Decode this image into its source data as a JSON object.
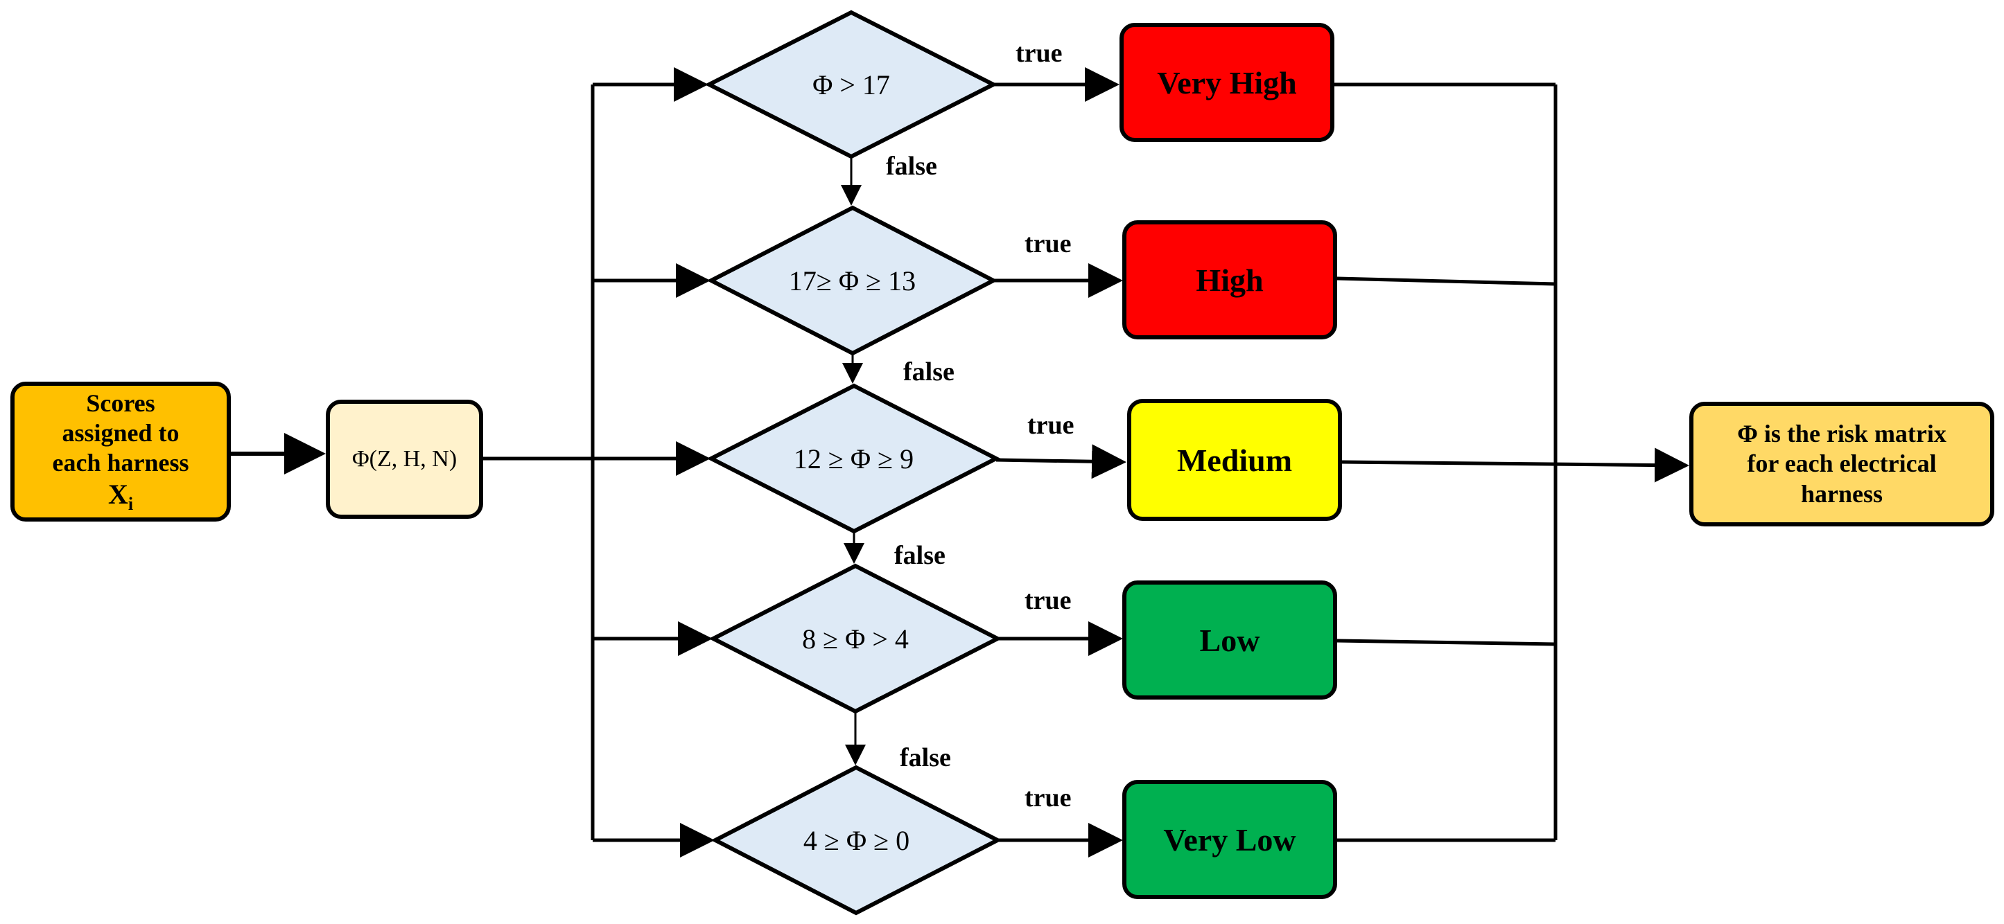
{
  "input_box": {
    "text": "Scores\nassigned to\neach harness",
    "symbol": "X",
    "subscript": "i",
    "color": "#FFC000"
  },
  "function_box": {
    "text": "Φ(Z, H, N)",
    "color": "#FFF2CC"
  },
  "output_box": {
    "text": "Φ is the risk matrix\nfor each electrical\nharness",
    "color": "#FFD966"
  },
  "decisions": [
    {
      "condition": "Φ > 17"
    },
    {
      "condition": "17≥ Φ ≥ 13"
    },
    {
      "condition": "12 ≥ Φ ≥ 9"
    },
    {
      "condition": "8 ≥ Φ > 4"
    },
    {
      "condition": "4 ≥ Φ ≥ 0"
    }
  ],
  "outcomes": [
    {
      "label": "Very High",
      "color": "#FF0000"
    },
    {
      "label": "High",
      "color": "#FF0000"
    },
    {
      "label": "Medium",
      "color": "#FFFF00"
    },
    {
      "label": "Low",
      "color": "#00B050"
    },
    {
      "label": "Very Low",
      "color": "#00B050"
    }
  ],
  "edge_labels": {
    "true_label": "true",
    "false_label": "false"
  },
  "colors": {
    "diamond_fill": "#DEEAF6",
    "stroke": "#000000"
  }
}
